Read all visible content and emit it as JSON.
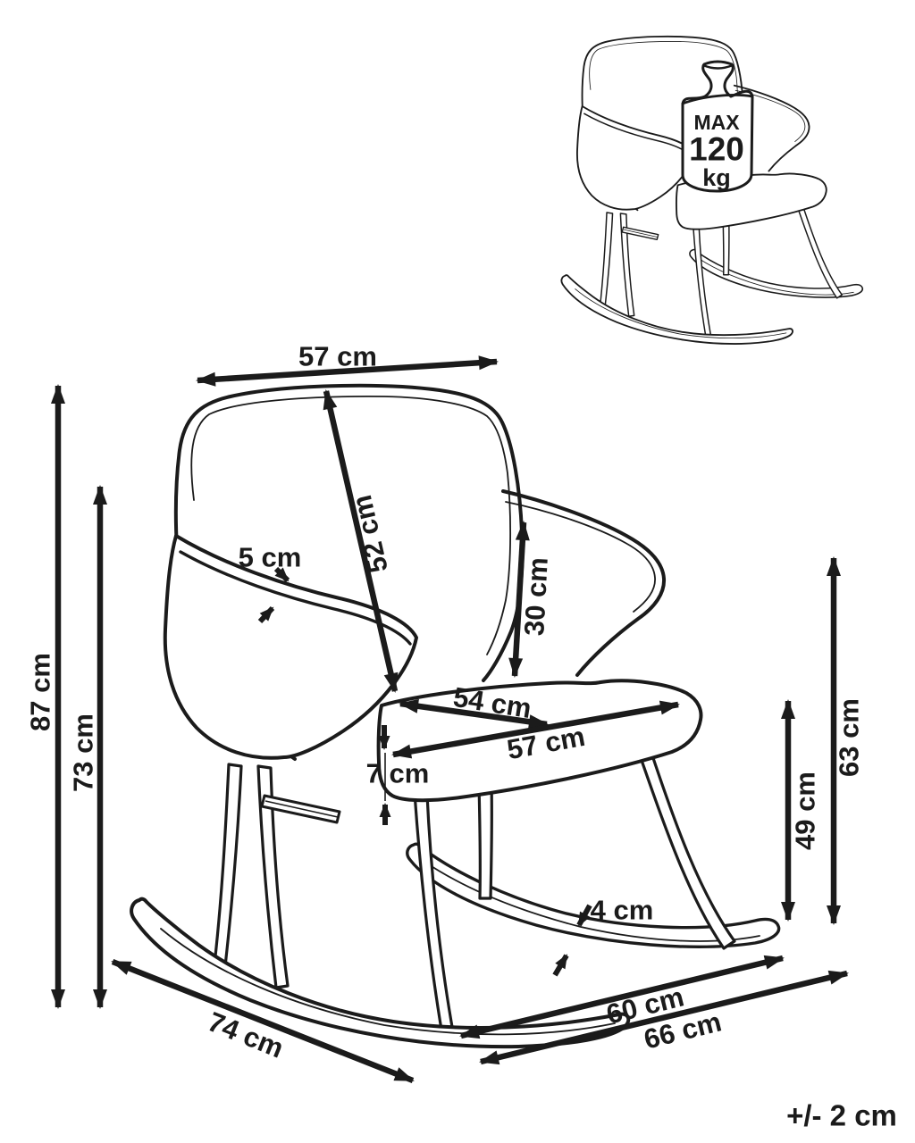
{
  "weight_badge": {
    "line1": "MAX",
    "line2": "120",
    "line3": "kg"
  },
  "tolerance_note": "+/- 2 cm",
  "dimensions": {
    "back_width": "57 cm",
    "backrest_diagonal": "52 cm",
    "armrest_thickness": "5 cm",
    "armrest_height": "30 cm",
    "seat_depth": "54 cm",
    "seat_width": "57 cm",
    "seat_cushion_thickness": "7 cm",
    "total_height": "87 cm",
    "backrest_floor_height": "73 cm",
    "side_floor_height": "63 cm",
    "seat_floor_height": "49 cm",
    "rocker_thickness": "4 cm",
    "rocker_base_inner_length": "60 cm",
    "rocker_base_outer_length": "66 cm",
    "rocker_side_length": "74 cm"
  }
}
